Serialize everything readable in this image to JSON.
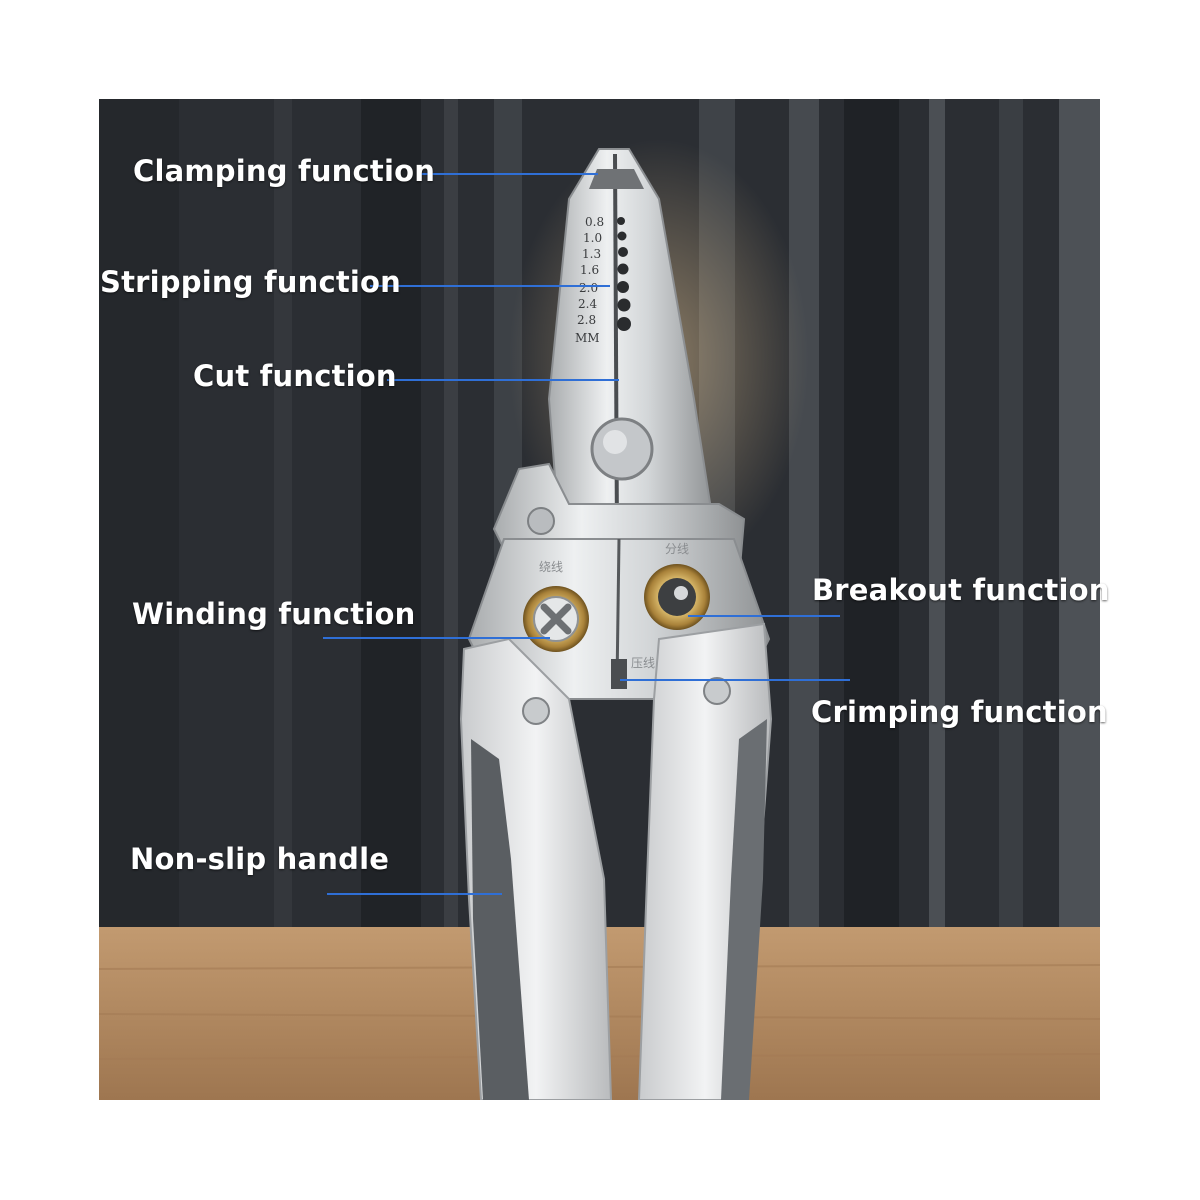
{
  "callouts": {
    "clamping": "Clamping function",
    "stripping": "Stripping function",
    "cut": "Cut function",
    "winding": "Winding function",
    "breakout": "Breakout function",
    "crimping": "Crimping function",
    "handle": "Non-slip handle"
  },
  "gauge": {
    "sizes": [
      "0.8",
      "1.0",
      "1.3",
      "1.6",
      "2.0",
      "2.4",
      "2.8"
    ],
    "unit": "MM"
  },
  "jaw_marks": {
    "left": "绕线",
    "right": "分线",
    "crimp": "压线"
  },
  "colors": {
    "accent_line": "#2f6fd6",
    "label_text": "#ffffff",
    "wall": "#2b2e33",
    "wood": "#b0865e",
    "steel": "#dcdcdc"
  }
}
